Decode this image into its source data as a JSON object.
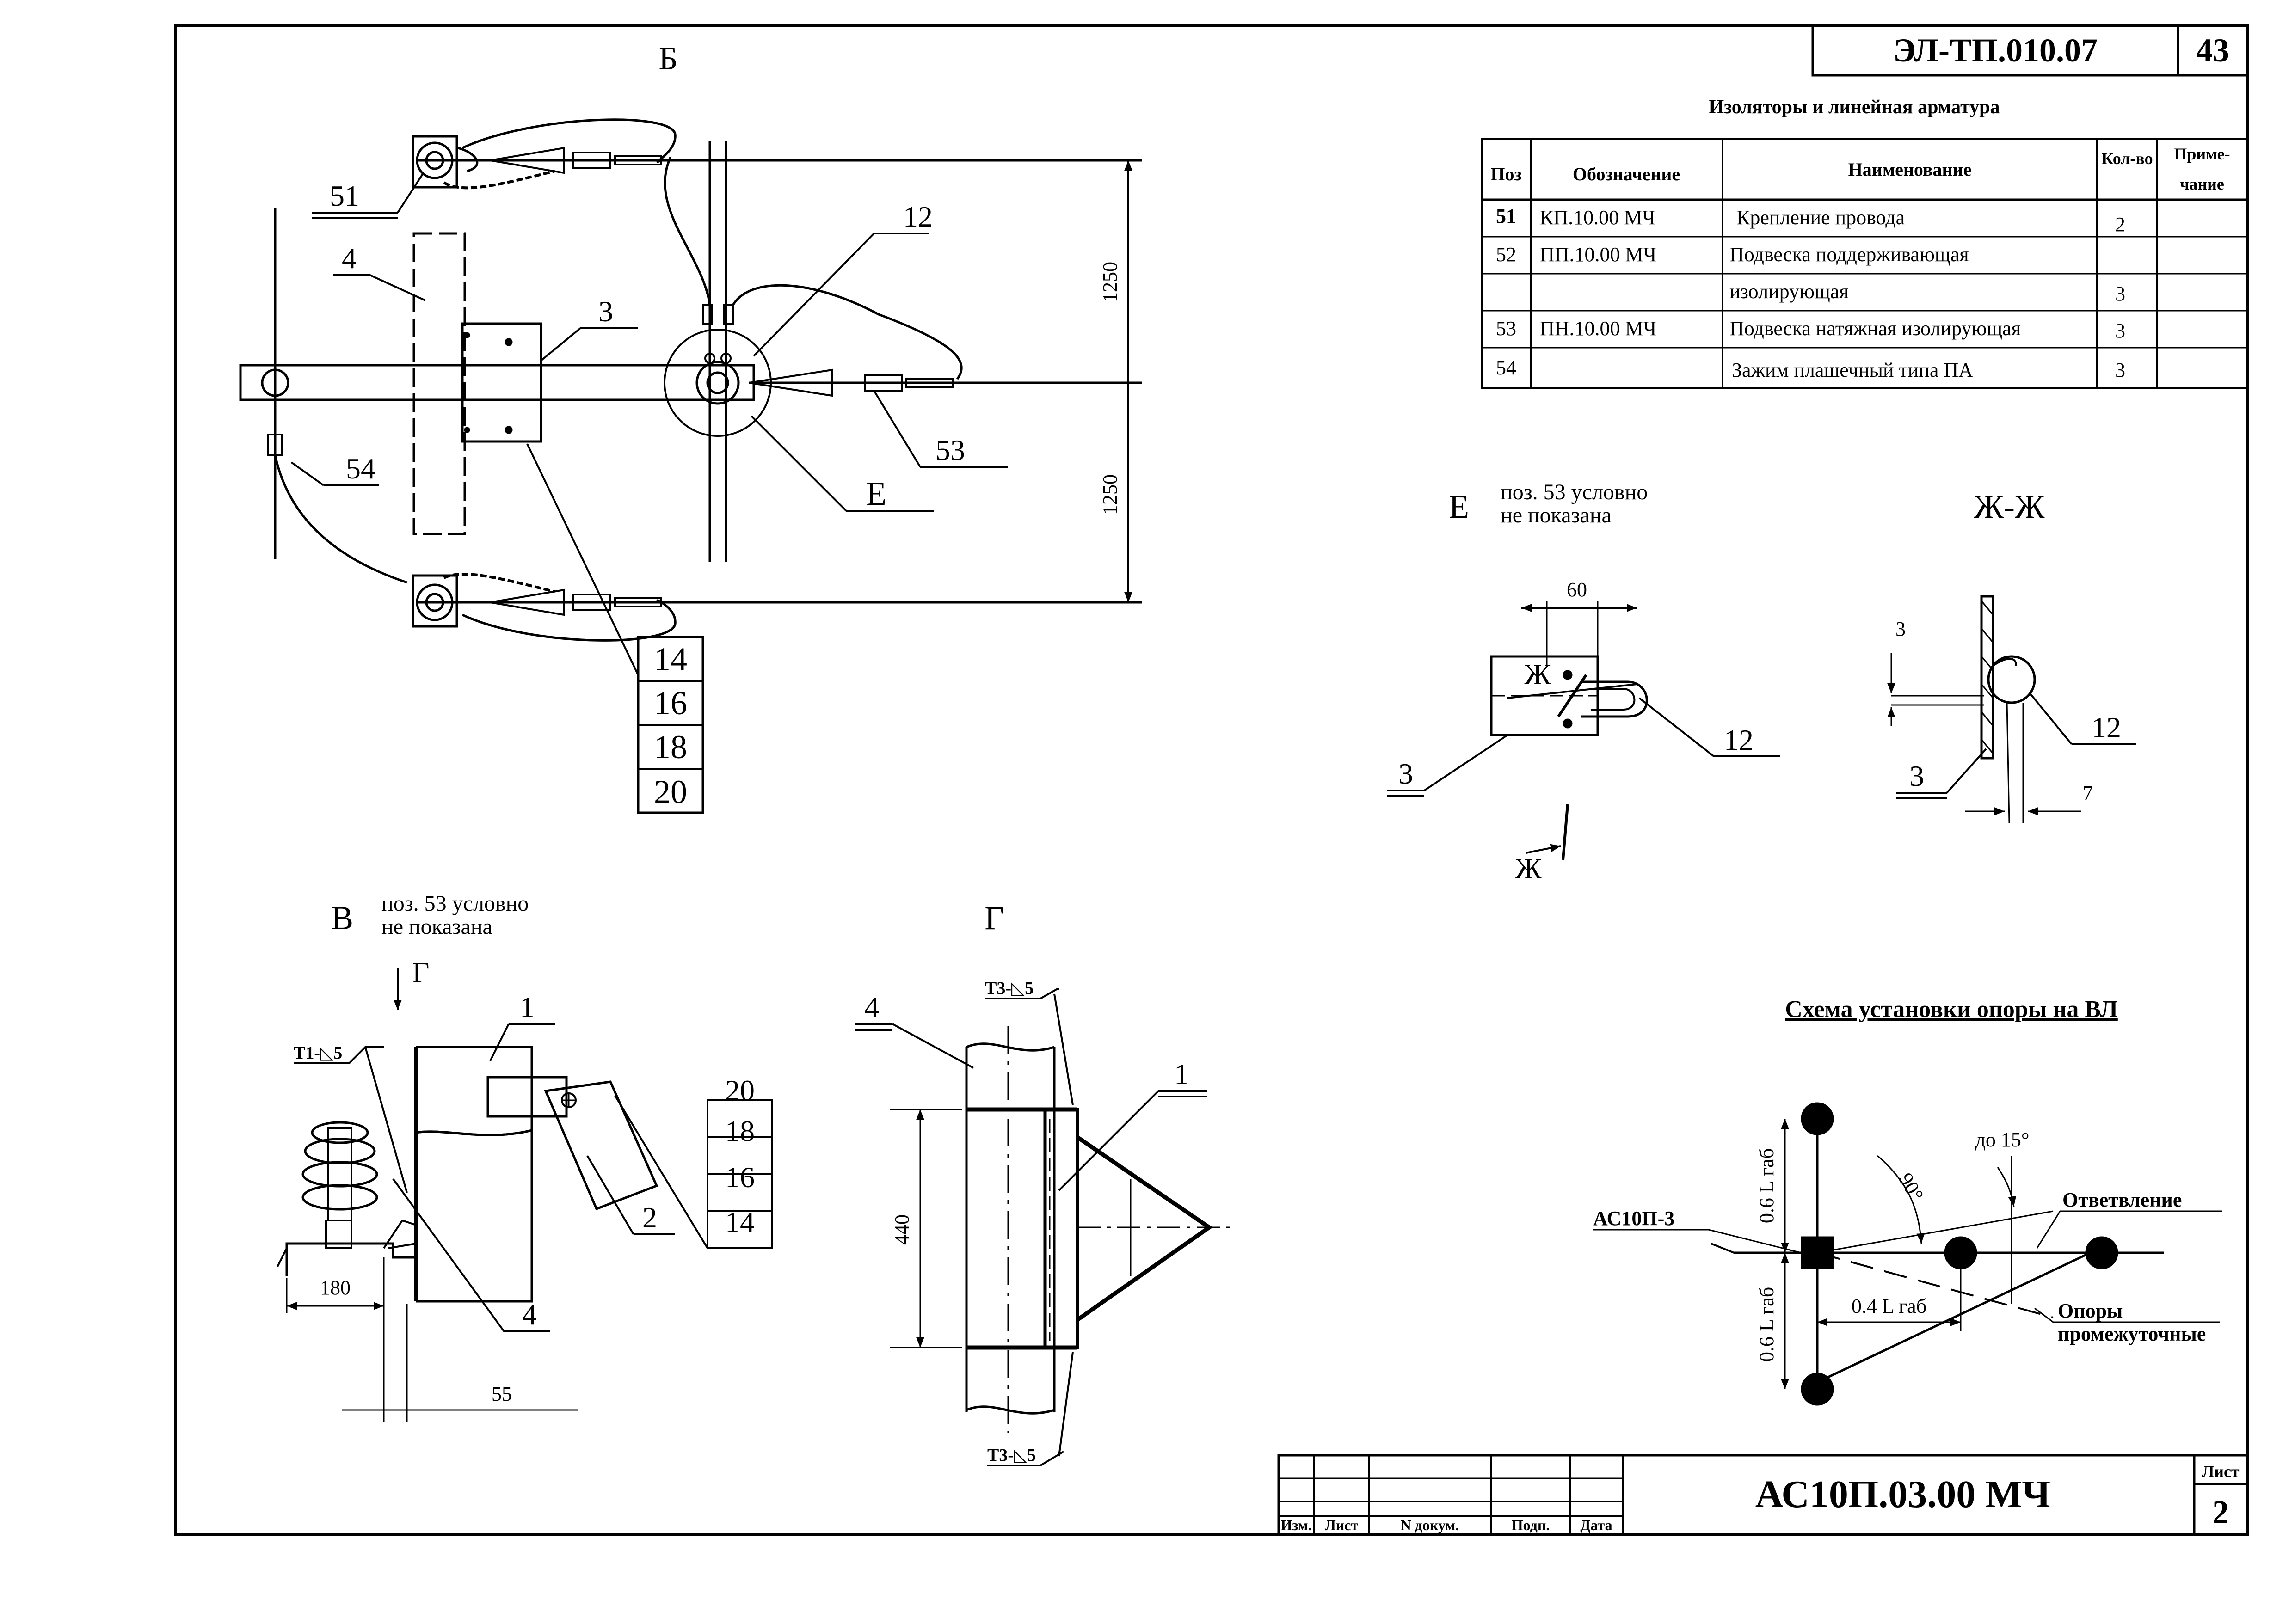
{
  "stamp": {
    "code": "ЭЛ-ТП.010.07",
    "page": "43"
  },
  "spec": {
    "title": "Изоляторы и линейная арматура",
    "headers": [
      "Поз",
      "Обозначение",
      "Наименование",
      "Кол-во",
      "Приме-",
      "чание"
    ],
    "rows": [
      {
        "pos": "51",
        "code": "КП.10.00 МЧ",
        "name": "Крепление провода",
        "name2": "",
        "qty": "2"
      },
      {
        "pos": "52",
        "code": "ПП.10.00 МЧ",
        "name": "Подвеска поддерживающая",
        "name2": "изолирующая",
        "qty": "3"
      },
      {
        "pos": "53",
        "code": "ПН.10.00 МЧ",
        "name": "Подвеска натяжная изолирующая",
        "name2": "",
        "qty": "3"
      },
      {
        "pos": "54",
        "code": "",
        "name": "Зажим плашечный типа ПА",
        "name2": "",
        "qty": "3"
      }
    ]
  },
  "view_b": {
    "title": "Б",
    "labels": [
      "51",
      "4",
      "54",
      "3",
      "12",
      "53",
      "Е",
      "14",
      "16",
      "18",
      "20"
    ],
    "dims": [
      "1250",
      "1250"
    ]
  },
  "view_e": {
    "title": "Е",
    "note_line1": "поз. 53 условно",
    "note_line2": "не показана",
    "dim": "60",
    "section_mark": "Ж",
    "labels": [
      "3",
      "12"
    ]
  },
  "view_zh": {
    "title": "Ж-Ж",
    "dims": [
      "3",
      "7"
    ],
    "labels": [
      "3",
      "12"
    ]
  },
  "view_v": {
    "title": "В",
    "note_line1": "поз. 53 условно",
    "note_line2": "не показана",
    "arrow_mark": "Г",
    "weld": "Т1-◺5",
    "labels": [
      "1",
      "2",
      "4",
      "20",
      "18",
      "16",
      "14"
    ],
    "dims": [
      "180",
      "55"
    ]
  },
  "view_g": {
    "title": "Г",
    "weld_top": "Т3-◺5",
    "weld_bottom": "Т3-◺5",
    "labels": [
      "4",
      "1"
    ],
    "dim": "440"
  },
  "scheme": {
    "title": "Схема установки опоры на ВЛ",
    "angle1": "90°",
    "angle2": "до 15°",
    "dim_top": "0.6 L габ",
    "dim_bottom": "0.6 L габ",
    "dim_horizontal": "0.4 L габ",
    "label_left": "АС10П-3",
    "label_branch": "Ответвление",
    "label_supports1": "Опоры",
    "label_supports2": "промежуточные"
  },
  "titleblock": {
    "headers": [
      "Изм.",
      "Лист",
      "N докум.",
      "Подп.",
      "Дата"
    ],
    "designation": "АС10П.03.00 МЧ",
    "sheet_label": "Лист",
    "sheet_number": "2"
  }
}
